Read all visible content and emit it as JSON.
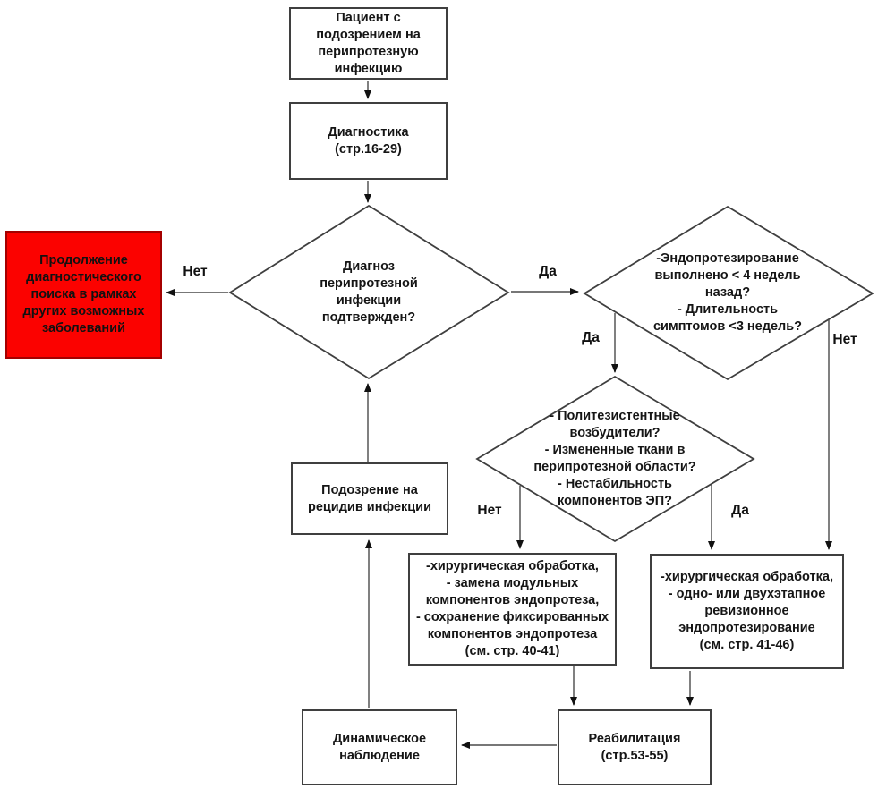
{
  "diagram": {
    "title_hint": "Алгоритм ведения пациента с перипротезной инфекцией",
    "colors": {
      "alert_fill": "#fb0200",
      "alert_border": "#a40000",
      "node_border": "#3f3f3f",
      "connector": "#4a4a4a",
      "text": "#151515"
    },
    "nodes": {
      "patient": "Пациент с\nподозрением на\nперипротезную\nинфекцию",
      "diagnostics": "Диагностика\n(стр.16-29)",
      "diagnosis_confirmed": "Диагноз\nперипротезной\nинфекции\nподтвержден?",
      "continue_search": "Продолжение\nдиагностического\nпоиска в рамках\nдругих возможных\nзаболеваний",
      "early_infection": "-Эндопротезирование\nвыполнено < 4 недель\nназад?\n- Длительность\nсимптомов <3 недель?",
      "risk_factors": "- Политезистентные\nвозбудители?\n- Измененные ткани в\nперипротезной области?\n- Нестабильность\nкомпонентов ЭП?",
      "relapse_suspicion": "Подозрение на\nрецидив инфекции",
      "debridement_retention": "-хирургическая обработка,\n- замена модульных\nкомпонентов эндопротеза,\n- сохранение фиксированных\nкомпонентов эндопротеза\n(см. стр. 40-41)",
      "revision": "-хирургическая обработка,\n- одно- или двухэтапное\nревизионное\nэндопротезирование\n(см. стр. 41-46)",
      "observation": "Динамическое\nнаблюдение",
      "rehabilitation": "Реабилитация\n(стр.53-55)"
    },
    "edge_labels": {
      "no_to_continue_search": "Нет",
      "yes_to_early_infection": "Да",
      "yes_to_risk_factors": "Да",
      "no_to_revision": "Нет",
      "no_to_debridement": "Нет",
      "yes_to_revision": "Да"
    }
  }
}
